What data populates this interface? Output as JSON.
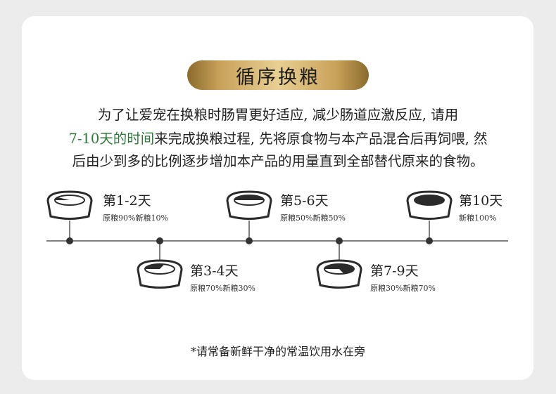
{
  "title": "循序换粮",
  "intro": {
    "line1": "为了让爱宠在换粮时肠胃更好适应, 减少肠道应激反应, 请用",
    "line2_highlight": "7-10天的时间",
    "line2_rest": "来完成换粮过程, 先将原食物与本产品混合后再饲喂, 然",
    "line3": "后由少到多的比例逐步增加本产品的用量直到全部替代原来的食物。"
  },
  "stages": [
    {
      "label": "第1-2天",
      "ratio": "原粮90%新粮10%",
      "new_fraction": 0.1
    },
    {
      "label": "第3-4天",
      "ratio": "原粮70%新粮30%",
      "new_fraction": 0.3
    },
    {
      "label": "第5-6天",
      "ratio": "原粮50%新粮50%",
      "new_fraction": 0.5
    },
    {
      "label": "第7-9天",
      "ratio": "原粮30%新粮70%",
      "new_fraction": 0.7
    },
    {
      "label": "第10天",
      "ratio": "新粮100%",
      "new_fraction": 1.0
    }
  ],
  "footnote": "*请常备新鲜干净的常温饮用水在旁",
  "colors": {
    "highlight": "#2d7a3a",
    "food": "#2b2b2b",
    "line": "#555555"
  }
}
